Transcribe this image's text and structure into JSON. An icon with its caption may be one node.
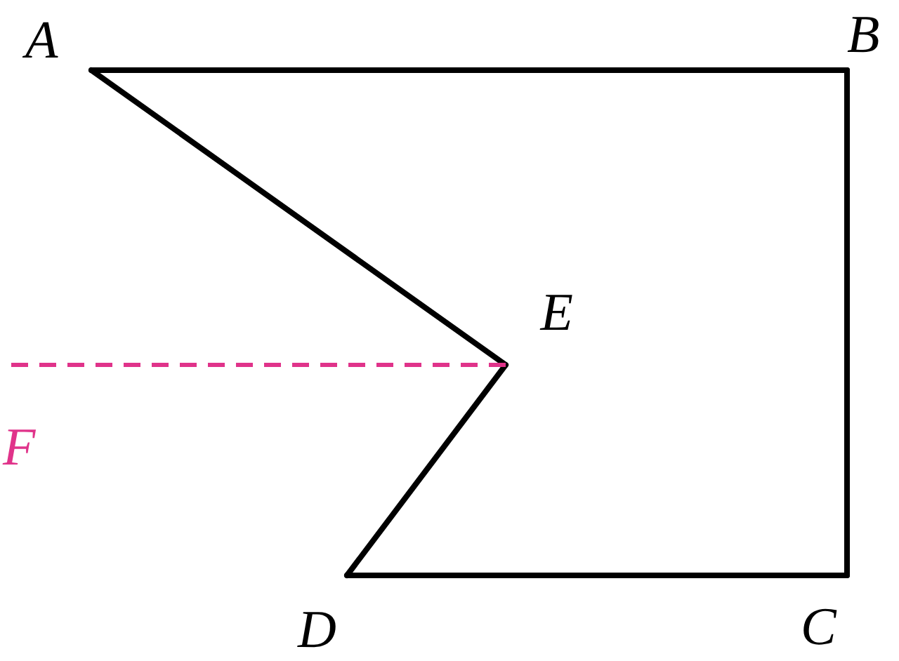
{
  "diagram": {
    "nodes": [
      {
        "text": [
          "A"
        ]
      },
      {
        "text": [
          "B"
        ]
      },
      {
        "text": [
          "C"
        ]
      },
      {
        "text": [
          "D"
        ]
      },
      {
        "text": [
          "E"
        ]
      },
      {
        "text": [
          "F"
        ]
      }
    ],
    "edges": [
      {
        "from": 0,
        "to": 1,
        "arrow": "none"
      },
      {
        "from": 1,
        "to": 2,
        "arrow": "none"
      },
      {
        "from": 2,
        "to": 3,
        "arrow": "none"
      },
      {
        "from": 3,
        "to": 4,
        "arrow": "none"
      },
      {
        "from": 4,
        "to": 0,
        "arrow": "none"
      },
      {
        "from": 4,
        "to": 5,
        "arrow": "none",
        "style": "dashed",
        "color": "#e0338a"
      }
    ]
  }
}
